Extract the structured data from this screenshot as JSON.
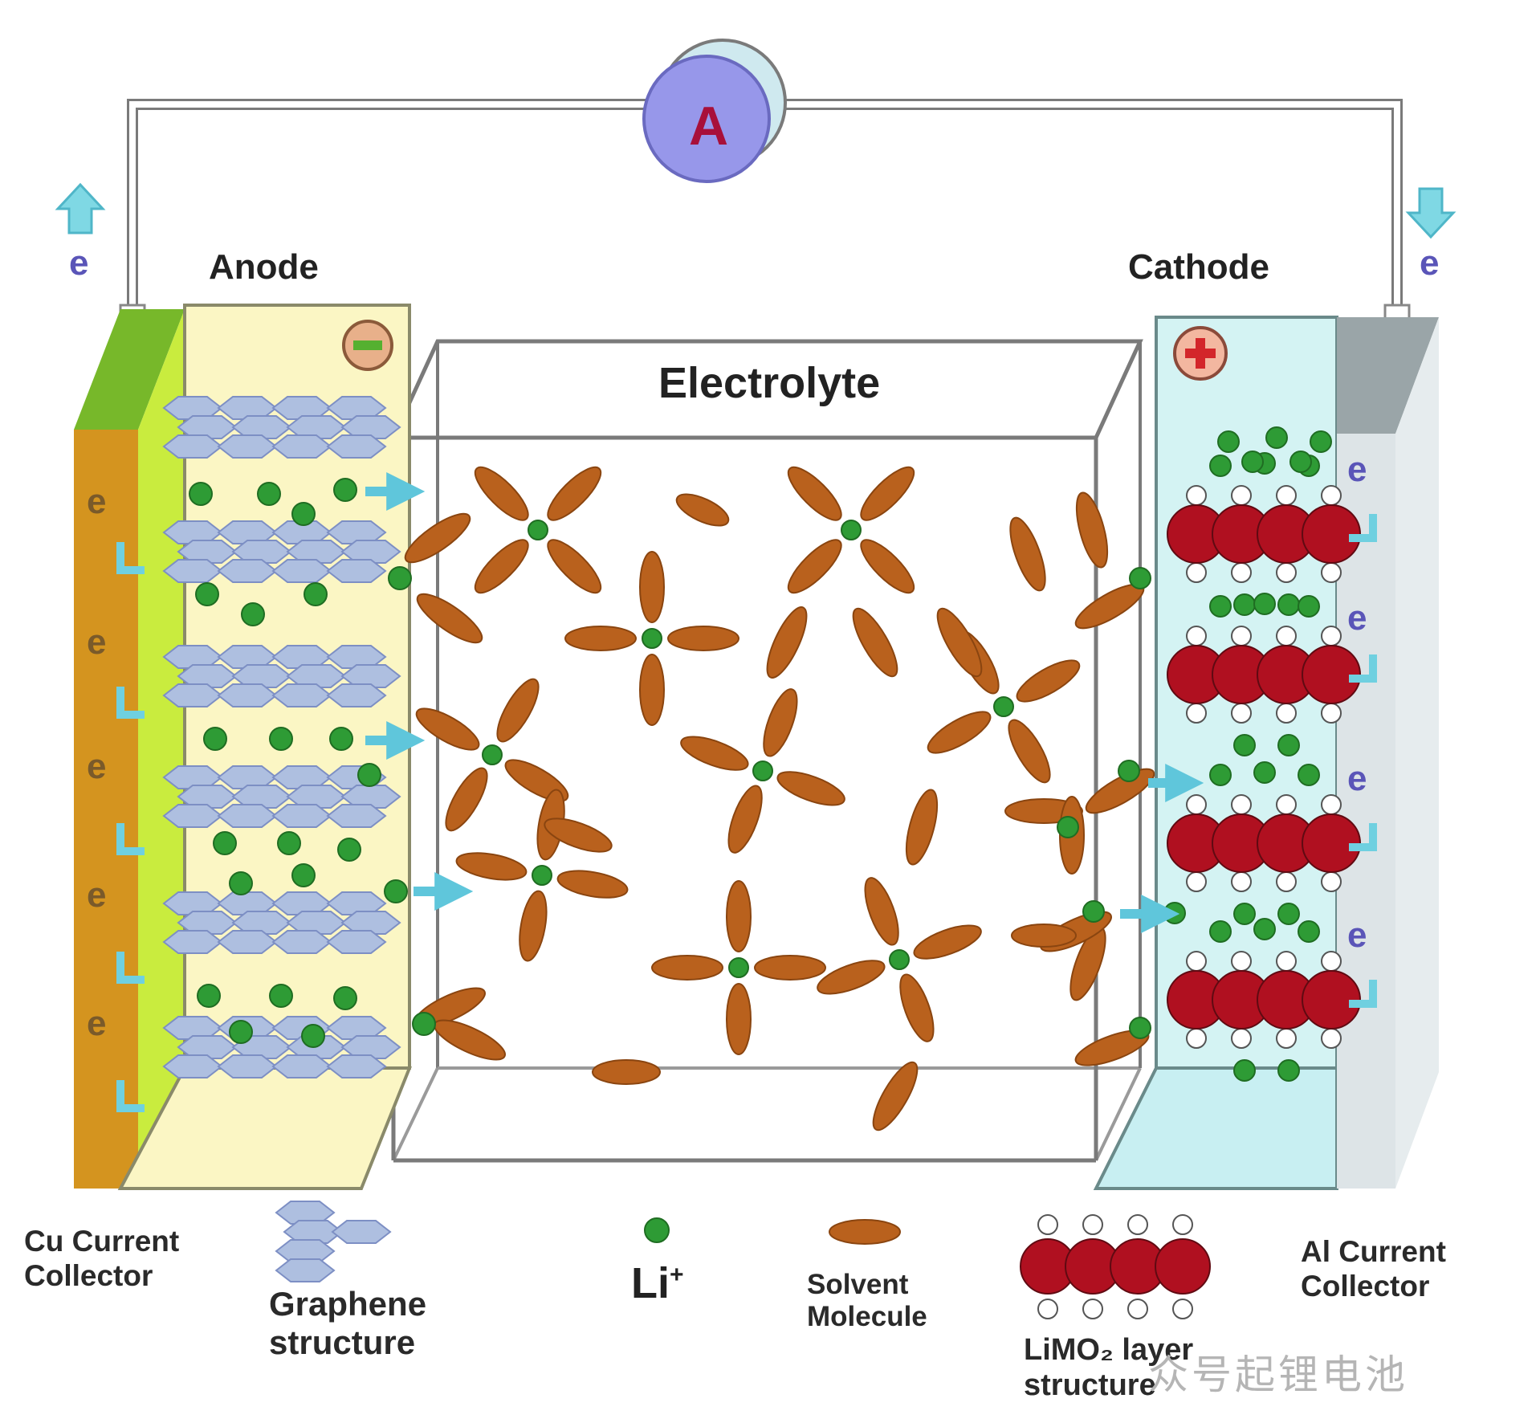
{
  "labels": {
    "anode": "Anode",
    "cathode": "Cathode",
    "electrolyte": "Electrolyte",
    "ammeter": "A",
    "electron": "e",
    "minus": "−",
    "plus": "+"
  },
  "legend": {
    "cu_collector": [
      "Cu Current",
      "Collector"
    ],
    "graphene": [
      "Graphene",
      "structure"
    ],
    "li_ion": "Li",
    "li_sup": "+",
    "solvent": [
      "Solvent",
      "Molecule"
    ],
    "limo2": [
      "LiMO₂ layer",
      "structure"
    ],
    "al_collector": [
      "Al Current",
      "Collector"
    ]
  },
  "watermark": "众号起锂电池",
  "colors": {
    "wire": "#777777",
    "anode_active": "#fbf6c4",
    "anode_collector": "#d98f1c",
    "anode_collector_edge": "#c7e634",
    "cathode_active": "#d2f3f3",
    "al_collector": "#dde3e6",
    "li_ion": "#2e9b35",
    "solvent": "#b9611d",
    "graphene": "#aebfe0",
    "limo2": "#b01020",
    "electron_text": "#5a55b8",
    "arrow": "#6fd0e0",
    "ammeter": "#8d8de8"
  }
}
